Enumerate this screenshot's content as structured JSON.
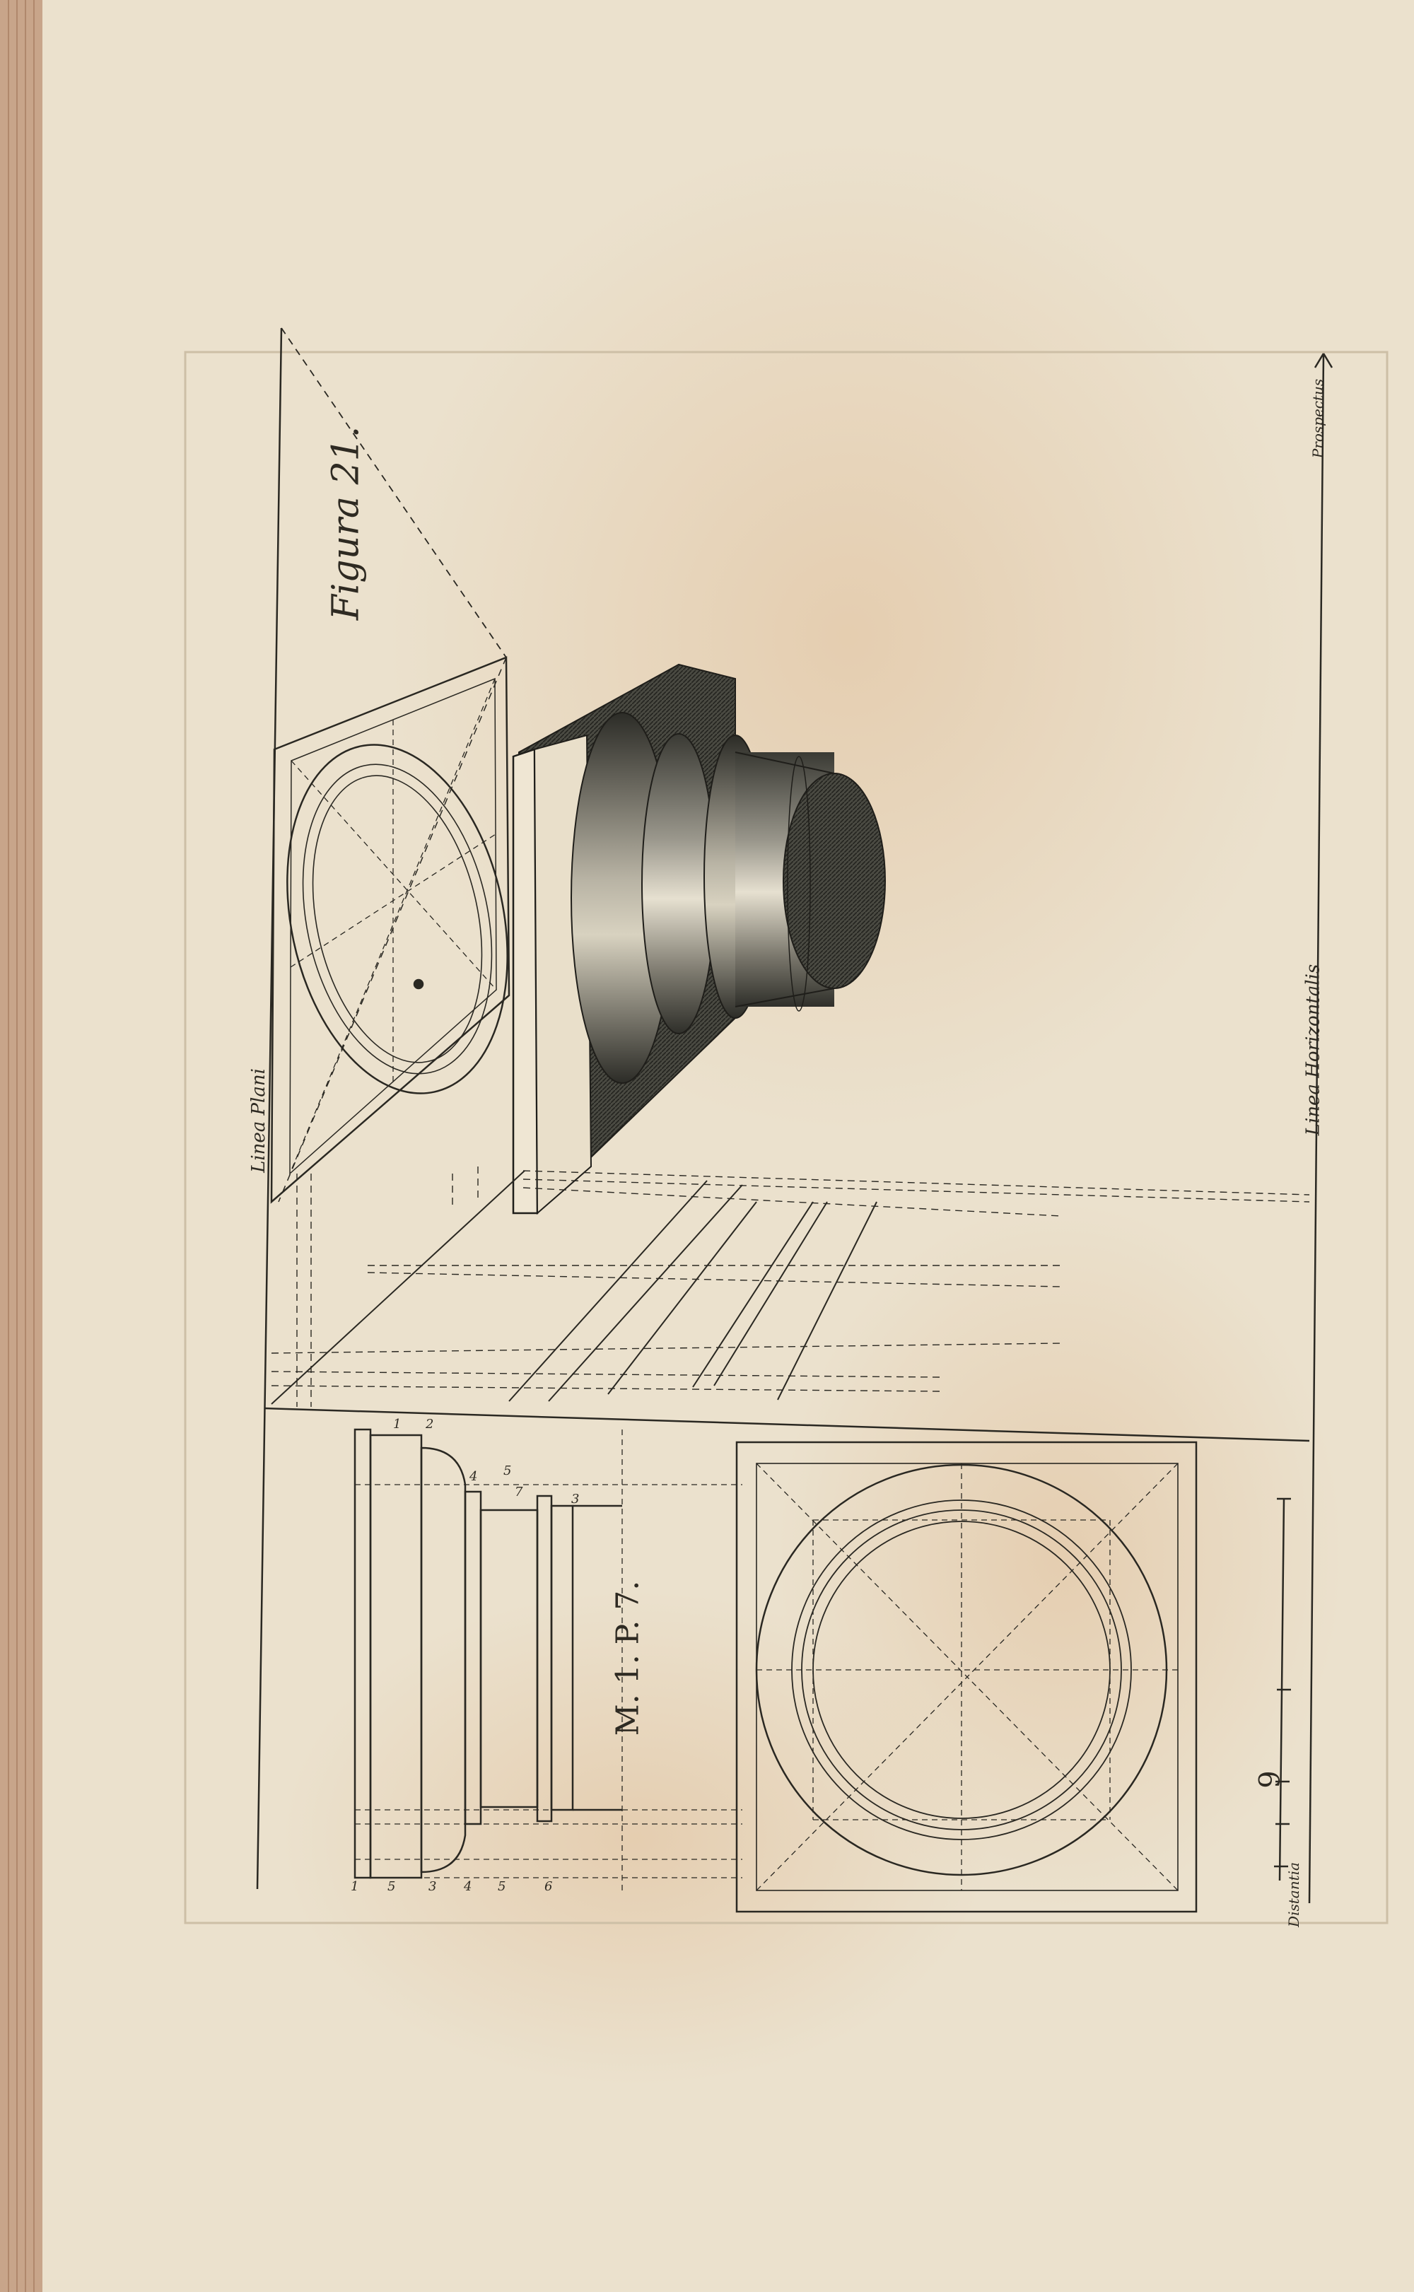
{
  "plate": {
    "figure_title": "Figura 21.",
    "linea_plani": "Linea Plani",
    "linea_horizontalis": "Linea Horizontalis",
    "prospectus": "Prospectus",
    "distantia": "Distantia",
    "module_label": "M. 1. P. 7.",
    "scale_mark": "9",
    "profile_numbers": [
      "1",
      "5",
      "3",
      "4",
      "5",
      "6",
      "1",
      "2",
      "4",
      "7",
      "5",
      "3"
    ]
  }
}
